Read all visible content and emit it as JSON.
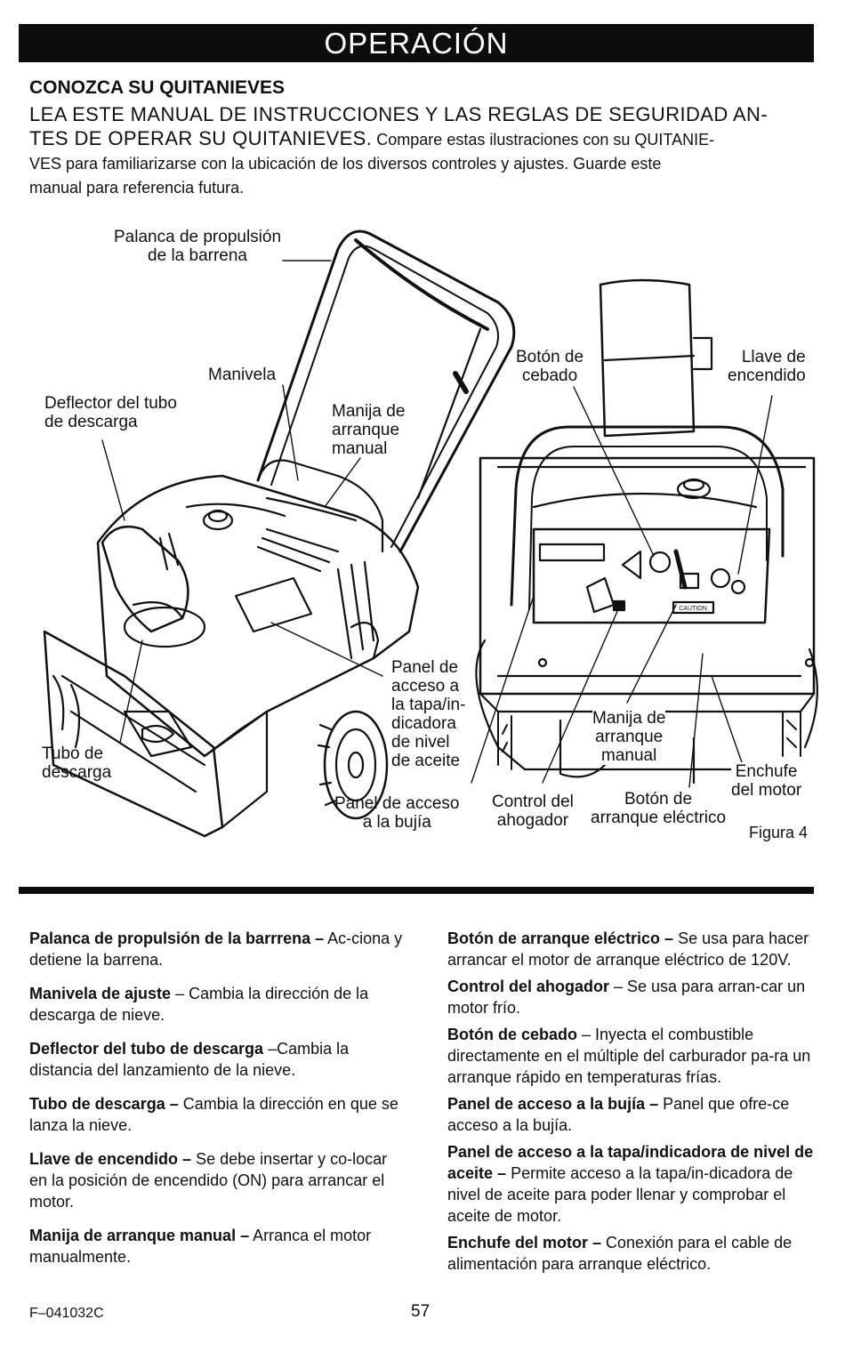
{
  "banner": {
    "title": "OPERACIÓN"
  },
  "section": {
    "title": "CONOZCA SU QUITANIEVES",
    "intro_caps_line1": "LEA ESTE MANUAL DE INSTRUCCIONES Y LAS REGLAS DE SEGURIDAD AN-",
    "intro_caps_line2": "TES DE OPERAR SU QUITANIEVES.",
    "intro_text_line2": " Compare estas ilustraciones con su QUITANIE-",
    "intro_text_line3": "VES para familiarizarse con la ubicación de los diversos controles y ajustes. Guarde este",
    "intro_text_line4": "manual para referencia futura."
  },
  "figure": {
    "caption": "Figura 4",
    "labels": {
      "palanca_l1": "Palanca de propulsión",
      "palanca_l2": "de la barrena",
      "manivela": "Manivela",
      "deflector_l1": "Deflector del tubo",
      "deflector_l2": "de descarga",
      "manija_left_l1": "Manija de",
      "manija_left_l2": "arranque",
      "manija_left_l3": "manual",
      "tubo_l1": "Tubo de",
      "tubo_l2": "descarga",
      "panel_tapa_l1": "Panel de",
      "panel_tapa_l2": "acceso a",
      "panel_tapa_l3": "la tapa/in-",
      "panel_tapa_l4": "dicadora",
      "panel_tapa_l5": "de nivel",
      "panel_tapa_l6": "de aceite",
      "panel_bujia_l1": "Panel de acceso",
      "panel_bujia_l2": "a la bujía",
      "boton_cebado_l1": "Botón de",
      "boton_cebado_l2": "cebado",
      "llave_l1": "Llave de",
      "llave_l2": "encendido",
      "manija_right_l1": "Manija de",
      "manija_right_l2": "arranque",
      "manija_right_l3": "manual",
      "enchufe_l1": "Enchufe",
      "enchufe_l2": "del motor",
      "control_l1": "Control del",
      "control_l2": "ahogador",
      "boton_arranque_l1": "Botón de",
      "boton_arranque_l2": "arranque eléctrico",
      "panel_plate_caution": "CAUTION"
    }
  },
  "descriptions_left": [
    {
      "term": "Palanca de propulsión de la barrrena –",
      "text": " Ac-ciona y detiene la barrena."
    },
    {
      "term": "Manivela de ajuste",
      "text": " – Cambia la dirección de la descarga de nieve."
    },
    {
      "term": "Deflector del tubo de descarga",
      "text": " –Cambia la distancia del lanzamiento de la nieve."
    },
    {
      "term": "Tubo de descarga –",
      "text": " Cambia la dirección en que se lanza la nieve."
    },
    {
      "term": "Llave de encendido –",
      "text": " Se debe insertar y co-locar en la posición de encendido (ON) para arrancar el motor."
    },
    {
      "term": "Manija de arranque manual –",
      "text": " Arranca el motor manualmente."
    }
  ],
  "descriptions_right": [
    {
      "term": "Botón de arranque eléctrico –",
      "text": " Se usa para hacer arrancar el motor de arranque eléctrico de 120V."
    },
    {
      "term": "Control del ahogador",
      "text": " – Se usa para arran-car un motor frío."
    },
    {
      "term": "Botón de cebado",
      "text": " – Inyecta el combustible directamente en el múltiple del carburador pa-ra un arranque rápido en temperaturas frías."
    },
    {
      "term": "Panel de acceso a la bujía –",
      "text": " Panel que ofre-ce acceso a la bujía."
    },
    {
      "term": "Panel de acceso a la tapa/indicadora de nivel de aceite –",
      "text": " Permite acceso a la tapa/in-dicadora de nivel de aceite para poder llenar y comprobar el aceite de motor."
    },
    {
      "term": "Enchufe del motor –",
      "text": " Conexión para el cable de alimentación para arranque eléctrico."
    }
  ],
  "footer": {
    "code": "F–041032C",
    "page": "57"
  }
}
